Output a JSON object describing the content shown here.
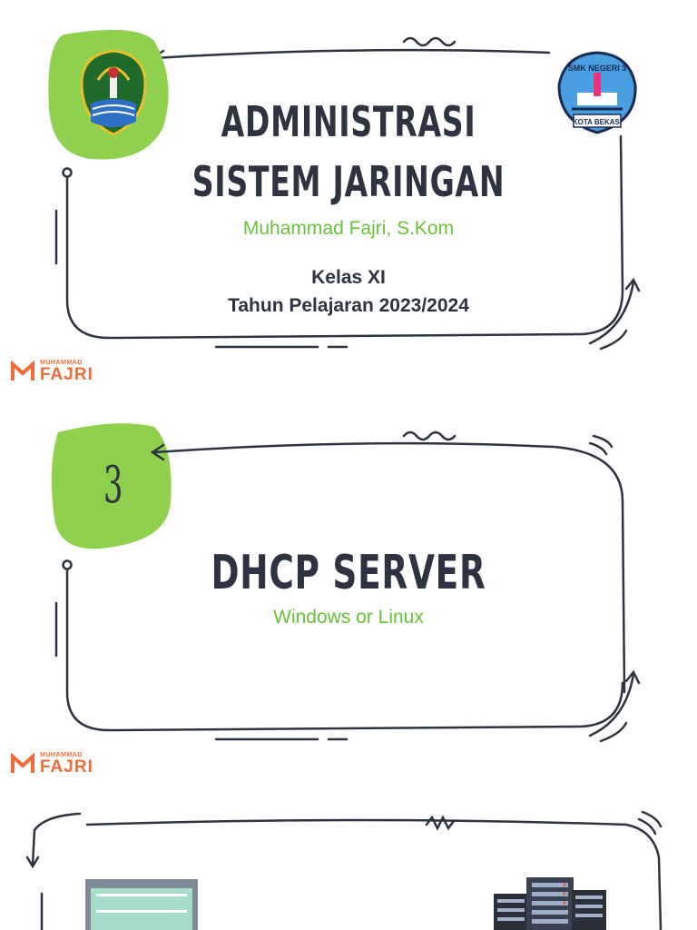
{
  "slide1": {
    "title_line1": "ADMINISTRASI",
    "title_line2": "SISTEM JARINGAN",
    "author": "Muhammad Fajri, S.Kom",
    "class_label": "Kelas XI",
    "year_label": "Tahun Pelajaran 2023/2024",
    "left_logo_icon": "jawa-barat-emblem-icon",
    "right_logo_icon": "smk-negeri-3-emblem-icon",
    "right_logo_text_top": "SMK NEGERI 3",
    "right_logo_text_bottom": "KOTA BEKASI"
  },
  "slide2": {
    "number": "3",
    "title": "DHCP SERVER",
    "subtitle": "Windows or Linux"
  },
  "brand": {
    "small": "MUHAMMAD",
    "big": "FAJRI"
  },
  "colors": {
    "accent_green": "#8fd14f",
    "text_green": "#66c23a",
    "brand_orange": "#ef6b3a",
    "ink": "#2d3340"
  },
  "slide3": {
    "left_icon": "monitor-window-icon",
    "right_icon": "server-rack-icon"
  }
}
